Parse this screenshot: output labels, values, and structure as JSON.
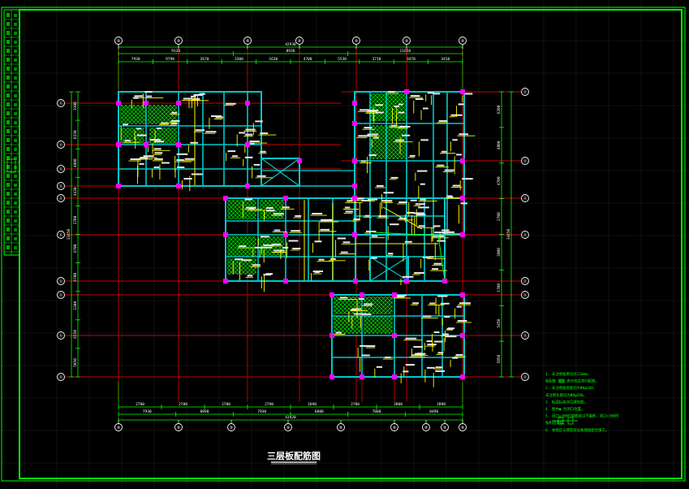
{
  "drawing": {
    "title": "三层板配筋图",
    "colors": {
      "background": "#000000",
      "frame": "#00ff00",
      "grid": "#1e1e1e",
      "axis_line": "#c80000",
      "beam": "#00c8c8",
      "rebar": "#ffff00",
      "column": "#ff00ff",
      "hatch": "#00ff00",
      "dimension": "#00ff00",
      "bubble": "#ffffff",
      "annotation": "#00ff00"
    }
  },
  "axes": {
    "top_bubbles": [
      "⑨",
      "⑨",
      "⑨",
      "⑨",
      "⑨",
      "⑨",
      "⑨"
    ],
    "bottom_bubbles": [
      "⑨",
      "⑨",
      "⑨",
      "⑨",
      "⑨",
      "⑨",
      "⑨",
      "⑨",
      "⑨"
    ],
    "left_bubbles": [
      "Ⓐ",
      "Ⓐ",
      "Ⓐ",
      "Ⓐ",
      "Ⓐ",
      "Ⓐ",
      "Ⓐ",
      "Ⓐ",
      "Ⓐ",
      "Ⓐ"
    ],
    "right_bubbles": [
      "Ⓐ",
      "Ⓐ",
      "Ⓐ",
      "Ⓐ",
      "Ⓐ",
      "Ⓐ",
      "Ⓐ",
      "Ⓐ"
    ]
  },
  "dimensions": {
    "top_total": "42930",
    "top_row2": [
      "9120",
      "8930",
      "11650"
    ],
    "top_row3": [
      "7930",
      "9790",
      "2670",
      "3300",
      "1630",
      "4700",
      "5530",
      "3710",
      "3470",
      "3410"
    ],
    "bottom_row1": [
      "2780",
      "2780",
      "2780",
      "2790",
      "2690",
      "2780",
      "2800",
      "2890"
    ],
    "bottom_row2": [
      "7930",
      "8890",
      "7930",
      "6800",
      "7000",
      "8490"
    ],
    "bottom_total": "43420",
    "left_labels": [
      "3300",
      "6550",
      "4800",
      "3430",
      "1700",
      "4700",
      "6700",
      "1300",
      "6550",
      "5850",
      "33450"
    ],
    "right_labels": [
      "6200",
      "4800",
      "4700",
      "2700",
      "2800",
      "1700",
      "5450",
      "5850",
      "34450"
    ]
  },
  "notes": [
    "1. 未注明板厚均为120mm。",
    "   板配筋 ▒▒▒ 表示双层双向配筋。",
    "2. 未注明板底筋均为Φ8@200，",
    "   未注明负筋均为Φ8@200。",
    "3. 板面标高详见建筑图。",
    "4. 图中▣ 为洞口位置。",
    "5. 洞口≤300时钢筋绕过不截断，洞口>300时",
    "   按构造加筋。",
    "6. 本图应与建筑及设备图纸配合施工。"
  ]
}
